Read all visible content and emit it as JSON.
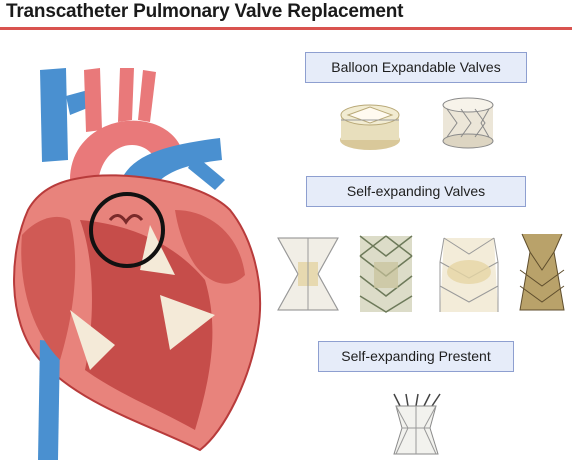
{
  "title": "Transcatheter Pulmonary Valve Replacement",
  "colors": {
    "title_rule": "#d9534f",
    "label_fill": "#e6ecf9",
    "label_border": "#8e9fd0",
    "heart_wall": "#e8837c",
    "heart_dark": "#b83b3b",
    "heart_chamber": "#d05a55",
    "vessel_blue": "#4a90d0",
    "vessel_red": "#e9797a",
    "tendon": "#f4ead8"
  },
  "sections": {
    "balloon": {
      "label": "Balloon Expandable Valves",
      "icon": "valve-photo-icon"
    },
    "self_expanding": {
      "label": "Self-expanding Valves",
      "icon": "valve-photo-icon"
    },
    "prestent": {
      "label": "Self-expanding Prestent",
      "icon": "prestent-photo-icon"
    }
  },
  "heart": {
    "icon": "heart-anatomy-icon",
    "highlight": "pulmonary-valve-circle"
  }
}
